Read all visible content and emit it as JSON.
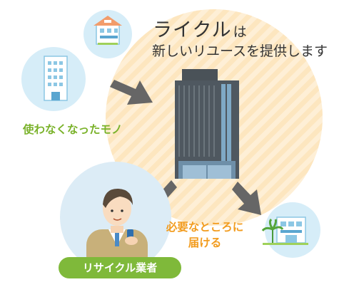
{
  "headline": {
    "brand": "ライクル",
    "brand_suffix": "は",
    "subtitle": "新しいリユースを提供します"
  },
  "labels": {
    "unused_items": "使わなくなったモノ",
    "deliver_line1": "必要なところに",
    "deliver_line2": "届ける",
    "recycler": "リサイクル業者"
  },
  "colors": {
    "accent_green": "#7ab22a",
    "accent_orange": "#f29c1f",
    "badge_green": "#7fb93a",
    "circle_blue": "#dbeef8",
    "circle_peach": "#fde8c6",
    "arrow_gray": "#666666",
    "building_dark": "#4f5860"
  },
  "icons": [
    "house-icon",
    "apartment-icon",
    "office-tower-icon",
    "businessman-icon",
    "shop-building-icon",
    "arrow-icon"
  ]
}
